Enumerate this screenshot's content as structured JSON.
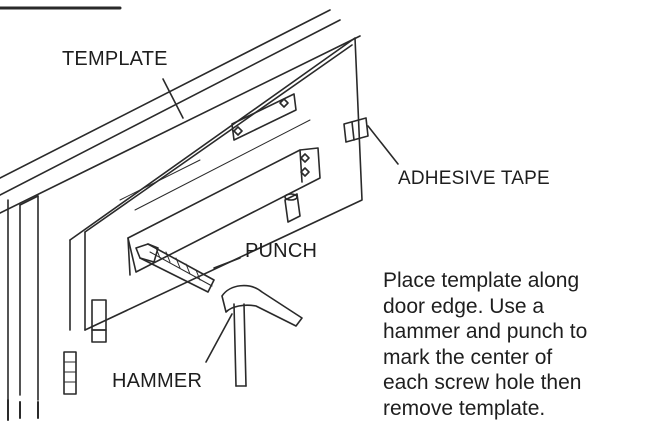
{
  "labels": {
    "template": "TEMPLATE",
    "adhesive_tape": "ADHESIVE TAPE",
    "punch": "PUNCH",
    "hammer": "HAMMER"
  },
  "instructions": [
    "Place template along",
    "door edge. Use a",
    "hammer and punch to",
    "mark the center of",
    "each screw hole then",
    "remove template."
  ],
  "colors": {
    "line": "#2a2a2a",
    "text": "#1e1e1e",
    "background": "#ffffff"
  }
}
